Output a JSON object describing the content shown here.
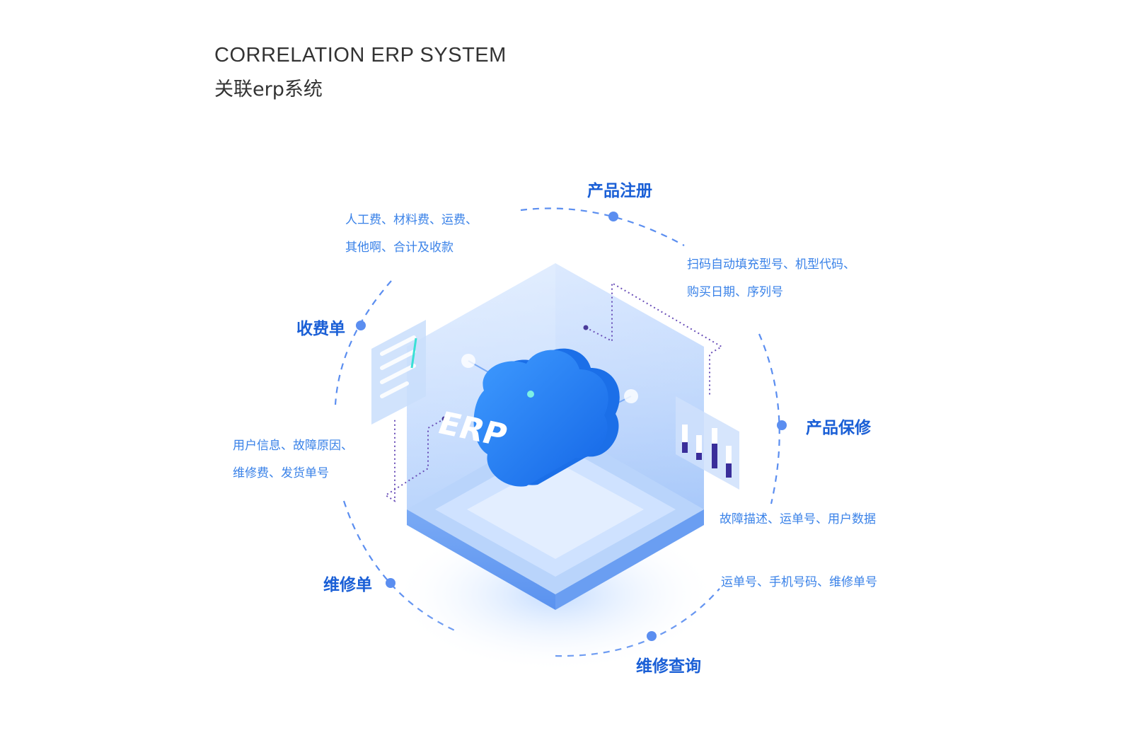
{
  "header": {
    "title_en": "CORRELATION ERP SYSTEM",
    "title_cn": "关联erp系统"
  },
  "hub": {
    "label": "ERP"
  },
  "nodes": {
    "product_register": {
      "label": "产品注册",
      "desc": [
        "扫码自动填充型号、机型代码、",
        "购买日期、序列号"
      ]
    },
    "fee_bill": {
      "label": "收费单",
      "desc": [
        "人工费、材料费、运费、",
        "其他啊、合计及收款"
      ]
    },
    "product_warranty": {
      "label": "产品保修",
      "desc": [
        "故障描述、运单号、用户数据"
      ]
    },
    "repair_bill": {
      "label": "维修单",
      "desc": [
        "用户信息、故障原因、",
        "维修费、发货单号"
      ]
    },
    "repair_query": {
      "label": "维修查询",
      "desc": [
        "运单号、手机号码、维修单号"
      ]
    }
  },
  "colors": {
    "accent": "#1a5fd6",
    "text_blue": "#3a82e8",
    "dot": "#5b8ef0",
    "heading": "#333333"
  }
}
